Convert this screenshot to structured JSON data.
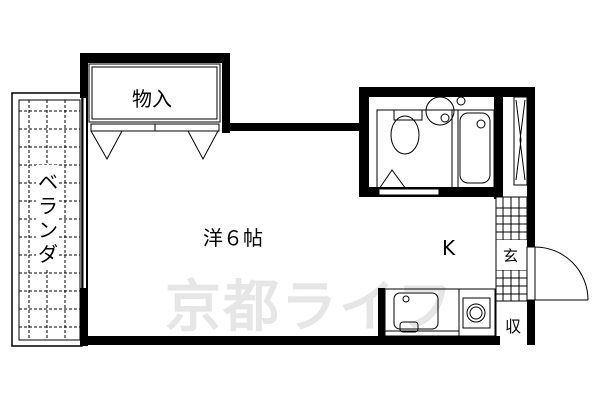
{
  "floor_plan": {
    "rooms": {
      "storage": {
        "label": "物入"
      },
      "western_room": {
        "label": "洋６帖"
      },
      "kitchen": {
        "label": "K"
      },
      "balcony": {
        "label": "ベランダ",
        "chars": [
          "ベ",
          "ラ",
          "ン",
          "ダ"
        ]
      },
      "entrance": {
        "label": "玄"
      },
      "closet": {
        "label": "収"
      }
    },
    "watermark": "京都ライフ",
    "colors": {
      "wall": "#000000",
      "background": "#ffffff",
      "watermark": "#e6e6e6"
    }
  }
}
